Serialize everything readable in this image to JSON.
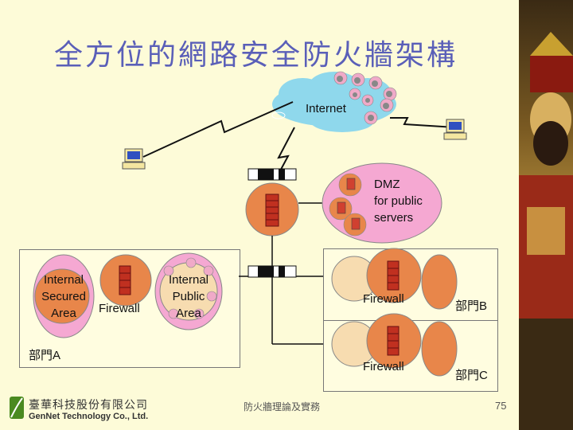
{
  "title": "全方位的網路安全防火牆架構",
  "internet": {
    "label": "Internet"
  },
  "dmz": {
    "line1": "DMZ",
    "line2": "for public",
    "line3": "servers"
  },
  "dept_a": {
    "label": "部門A",
    "secured_line1": "Internal",
    "secured_line2": "Secured",
    "secured_line3": "Area",
    "firewall": "Firewall",
    "public_line1": "Internal",
    "public_line2": "Public",
    "public_line3": "Area"
  },
  "dept_b": {
    "label": "部門B",
    "firewall": "Firewall"
  },
  "dept_c": {
    "label": "部門C",
    "firewall": "Firewall"
  },
  "footer": {
    "company_zh": "臺華科技股份有限公司",
    "company_en": "GenNet Technology Co., Ltd.",
    "subject": "防火牆理論及實務",
    "page": "75"
  },
  "colors": {
    "title": "#5a5fb8",
    "node": "#e8864a",
    "node_pink": "#f07aa8",
    "dmz_fill": "#f5a8d2",
    "background": "#fdfbd8"
  },
  "icons": [
    "workstation-icon",
    "firewall-icon",
    "router-icon",
    "cloud-icon",
    "server-icon",
    "general-portrait-image"
  ]
}
